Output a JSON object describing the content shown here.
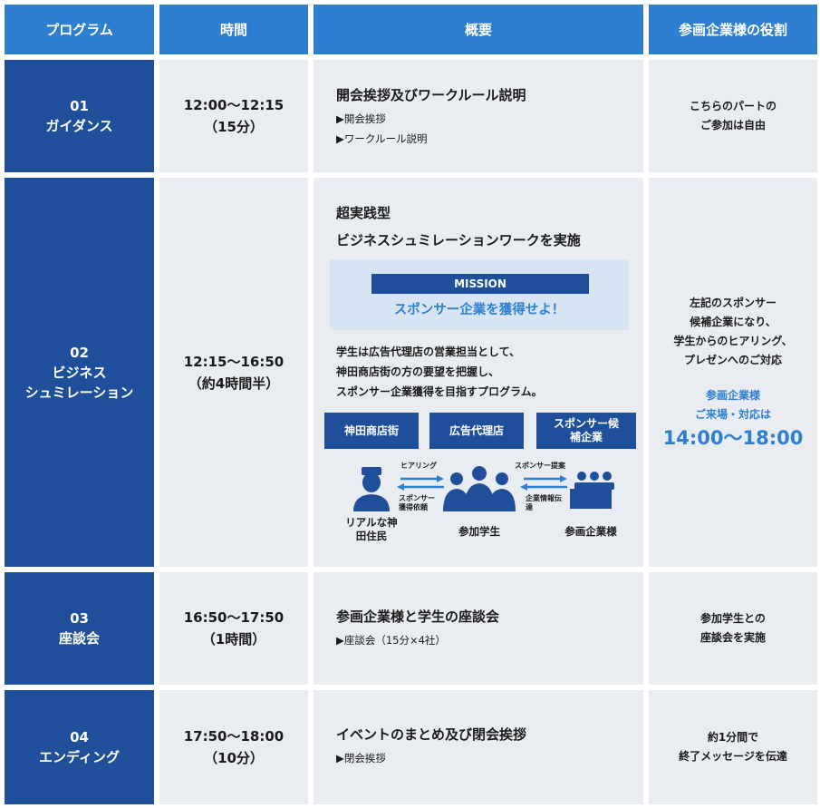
{
  "header": {
    "program": "プログラム",
    "time": "時間",
    "overview": "概要",
    "role": "参画企業様の役割"
  },
  "rows": [
    {
      "num": "01",
      "name": "ガイダンス",
      "time": "12:00～12:15",
      "duration": "（15分）",
      "title": "開会挨拶及びワークルール説明",
      "items": [
        "▶開会挨拶",
        "▶ワークルール説明"
      ],
      "role_lines": [
        "こちらのパートの",
        "ご参加は自由"
      ]
    },
    {
      "num": "02",
      "name_lines": [
        "ビジネス",
        "シュミレーション"
      ],
      "time": "12:15～16:50",
      "duration": "（約4時間半）",
      "title_lines": [
        "超実践型",
        "ビジネスシュミレーションワークを実施"
      ],
      "mission_label": "MISSION",
      "mission_text": "スポンサー企業を獲得せよ！",
      "desc_lines": [
        "学生は広告代理店の営業担当として、",
        "神田商店街の方の要望を把握し、",
        "スポンサー企業獲得を目指すプログラム。"
      ],
      "tags": [
        "神田商店街",
        "広告代理店",
        "スポンサー候補企業"
      ],
      "diagram": {
        "arrow1_top": "ヒアリング",
        "arrow1_bottom": "スポンサー獲得依頼",
        "arrow2_top": "スポンサー提案",
        "arrow2_bottom": "企業情報伝達",
        "left_label": "リアルな神田住民",
        "mid_label": "参加学生",
        "right_label": "参画企業様"
      },
      "role_lines": [
        "左記のスポンサー",
        "候補企業になり、",
        "学生からのヒアリング、",
        "プレゼンへのご対応"
      ],
      "visit_lines": [
        "参画企業様",
        "ご来場・対応は"
      ],
      "visit_time": "14:00～18:00"
    },
    {
      "num": "03",
      "name": "座談会",
      "time": "16:50～17:50",
      "duration": "（1時間）",
      "title": "参画企業様と学生の座談会",
      "items": [
        "▶座談会（15分×4社）"
      ],
      "role_lines": [
        "参加学生との",
        "座談会を実施"
      ]
    },
    {
      "num": "04",
      "name": "エンディング",
      "time": "17:50～18:00",
      "duration": "（10分）",
      "title": "イベントのまとめ及び閉会挨拶",
      "items": [
        "▶閉会挨拶"
      ],
      "role_lines": [
        "約1分間で",
        "終了メッセージを伝達"
      ]
    }
  ]
}
